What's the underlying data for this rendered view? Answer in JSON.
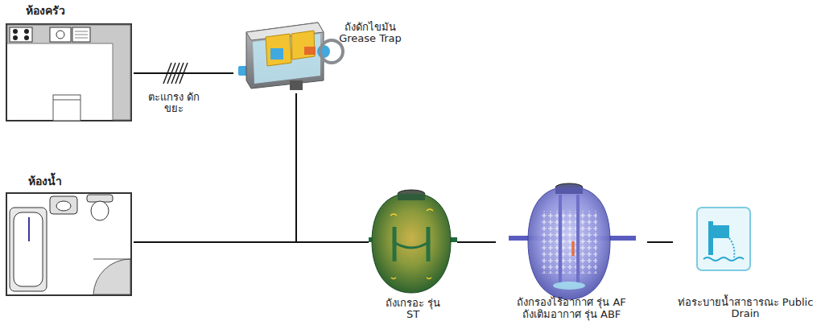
{
  "diagram": {
    "nodes": [
      {
        "text": [
          "ห้องครัว"
        ]
      },
      {
        "text": [
          "ถังดักไขมัน Grease Trap"
        ]
      },
      {
        "text": [
          "ห้องน้ำ"
        ]
      },
      {
        "text": [
          "ถังเกรอะ รุ่น ST"
        ]
      },
      {
        "text": [
          "ถังกรองไร้อากาศ รุ่น AF",
          "ถังเติมอากาศ รุ่น ABF"
        ]
      },
      {
        "text": [
          "ท่อระบายน้ำสาธารณะ Public Drain"
        ]
      }
    ],
    "edges": [
      {
        "from": 0,
        "to": 1,
        "arrow": "none"
      },
      {
        "from": 1,
        "to": 3,
        "arrow": "none"
      },
      {
        "from": 2,
        "to": 3,
        "arrow": "none"
      },
      {
        "from": 3,
        "to": 4,
        "arrow": "none"
      },
      {
        "from": 4,
        "to": 5,
        "arrow": "none"
      }
    ],
    "labels": [
      "ตะแกรง ดักขยะ"
    ]
  }
}
